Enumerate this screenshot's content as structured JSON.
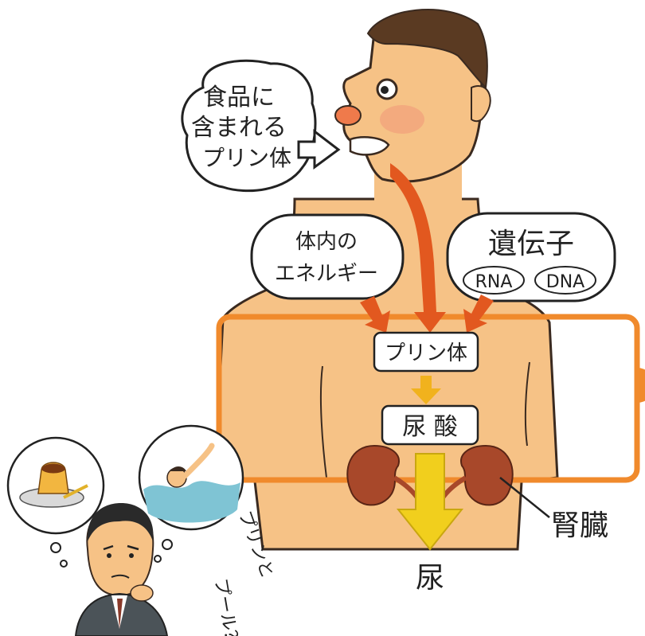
{
  "labels": {
    "food_line1": "食品に",
    "food_line2": "含まれる",
    "food_line3": "プリン体",
    "energy_line1": "体内の",
    "energy_line2": "エネルギー",
    "gene_title": "遺伝子",
    "rna": "RNA",
    "dna": "DNA",
    "purine": "プリン体",
    "uric_acid": "尿 酸",
    "kidney": "腎臓",
    "urine": "尿",
    "pun_1": "プリンと",
    "pun_2": "プール？"
  },
  "colors": {
    "skin": "#f6c286",
    "skin_line": "#3a2a20",
    "hair": "#5a3a22",
    "arrow": "#e2581f",
    "frame": "#f08a2c",
    "yellow_arrow": "#f1cf1d",
    "kidney": "#a8482a",
    "suit": "#4b5358",
    "water": "#7fc4d4"
  }
}
